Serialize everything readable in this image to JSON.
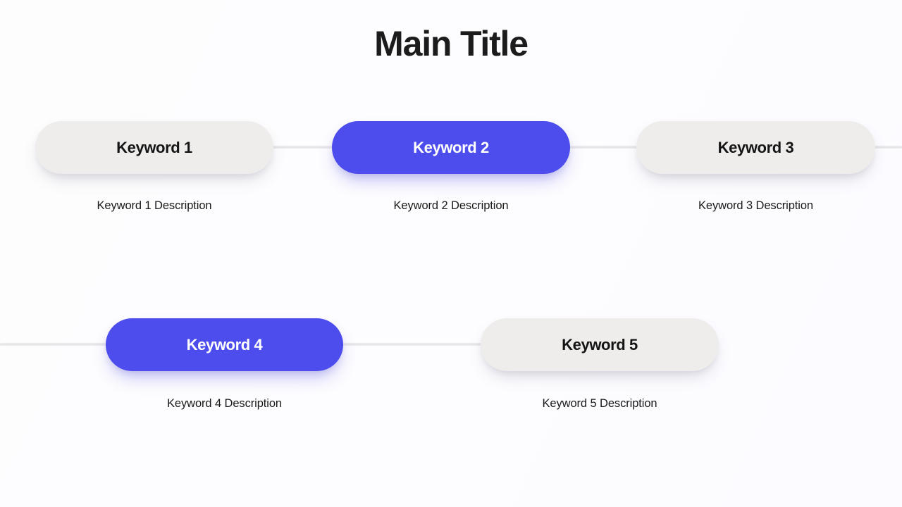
{
  "header": {
    "title": "Main Title"
  },
  "theme": {
    "accent_color": "#4d4ded",
    "pill_color": "#eeedec",
    "connector_color": "#e9e8ea",
    "text_color": "#1a1a1a",
    "background_color": "#fdfdfe"
  },
  "diagram": {
    "type": "linear-chain",
    "rows": [
      {
        "row_index": 1,
        "nodes": [
          {
            "id": "keyword-1",
            "label": "Keyword 1",
            "description": "Keyword 1 Description",
            "highlighted": false
          },
          {
            "id": "keyword-2",
            "label": "Keyword 2",
            "description": "Keyword 2 Description",
            "highlighted": true
          },
          {
            "id": "keyword-3",
            "label": "Keyword 3",
            "description": "Keyword 3 Description",
            "highlighted": false
          }
        ]
      },
      {
        "row_index": 2,
        "nodes": [
          {
            "id": "keyword-4",
            "label": "Keyword 4",
            "description": "Keyword 4 Description",
            "highlighted": true
          },
          {
            "id": "keyword-5",
            "label": "Keyword 5",
            "description": "Keyword 5 Description",
            "highlighted": false
          }
        ]
      }
    ]
  }
}
